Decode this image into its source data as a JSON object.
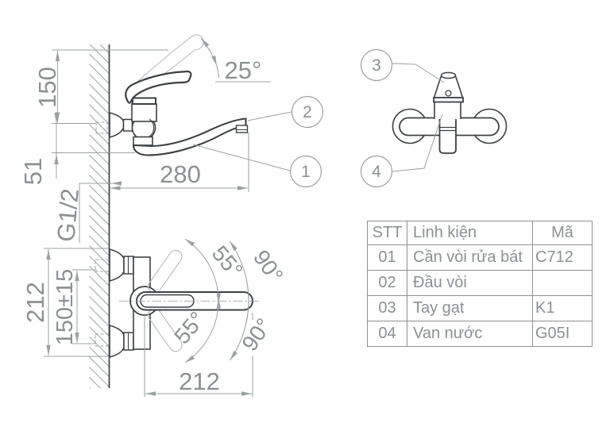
{
  "drawing": {
    "side_view": {
      "dim_150": "150",
      "dim_51": "51",
      "dim_280": "280",
      "angle_25": "25°",
      "thread_label": "G1/2",
      "callout_1": "1",
      "callout_2": "2"
    },
    "front_view": {
      "callout_3": "3",
      "callout_4": "4"
    },
    "top_view": {
      "dim_212_left": "212",
      "dim_150_15": "150±15",
      "dim_212_bottom": "212",
      "angle_55_upper": "55°",
      "angle_55_lower": "55°",
      "angle_90_upper": "90°",
      "angle_90_lower": "90°"
    },
    "colors": {
      "outline": "#3d4144",
      "dimension": "#9ba0a3",
      "ghost": "#b6babc",
      "text": "#8b9093"
    }
  },
  "table": {
    "headers": [
      "STT",
      "Linh kiện",
      "Mã"
    ],
    "rows": [
      {
        "stt": "01",
        "part": "Cần vòi rửa bát",
        "code": "C712"
      },
      {
        "stt": "02",
        "part": "Đầu vòi",
        "code": ""
      },
      {
        "stt": "03",
        "part": "Tay gạt",
        "code": "K1"
      },
      {
        "stt": "04",
        "part": "Van nước",
        "code": "G05I"
      }
    ]
  }
}
